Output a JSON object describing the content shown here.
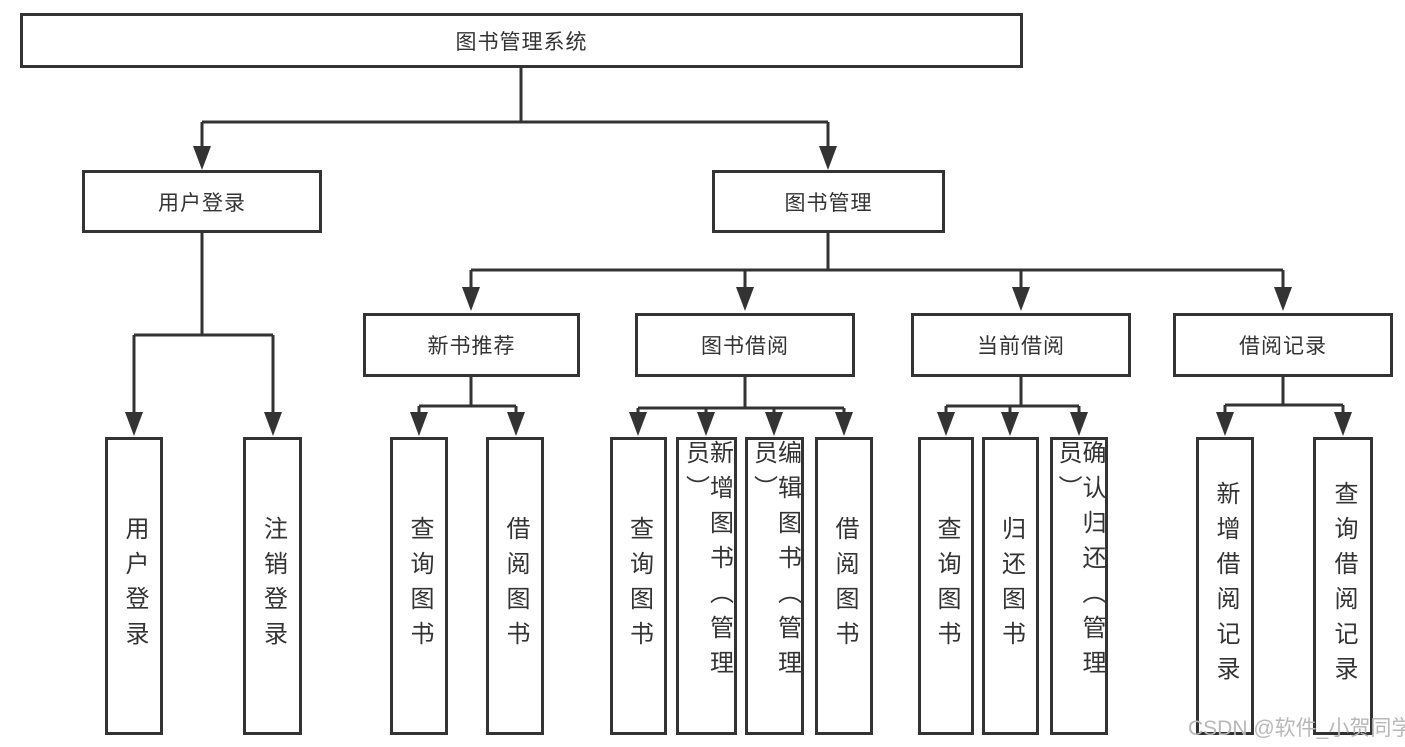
{
  "tree": {
    "root": {
      "label": "图书管理系统"
    },
    "branches": [
      {
        "label": "用户登录",
        "children": [
          {
            "label": "用户登录"
          },
          {
            "label": "注销登录"
          }
        ]
      },
      {
        "label": "图书管理",
        "children": [
          {
            "label": "新书推荐",
            "children": [
              {
                "label": "查询图书"
              },
              {
                "label": "借阅图书"
              }
            ]
          },
          {
            "label": "图书借阅",
            "children": [
              {
                "label": "查询图书"
              },
              {
                "label": "新增图书（管理员）"
              },
              {
                "label": "编辑图书（管理员）"
              },
              {
                "label": "借阅图书"
              }
            ]
          },
          {
            "label": "当前借阅",
            "children": [
              {
                "label": "查询图书"
              },
              {
                "label": "归还图书"
              },
              {
                "label": "确认归还（管理员）"
              }
            ]
          },
          {
            "label": "借阅记录",
            "children": [
              {
                "label": "新增借阅记录"
              },
              {
                "label": "查询借阅记录"
              }
            ]
          }
        ]
      }
    ]
  },
  "watermark": {
    "text": "CSDN @软件_小贺同学",
    "color": "#b8b8b8"
  },
  "colors": {
    "line": "#333333",
    "text": "#333333",
    "box_border": "#333333",
    "box_background": "#ffffff"
  }
}
